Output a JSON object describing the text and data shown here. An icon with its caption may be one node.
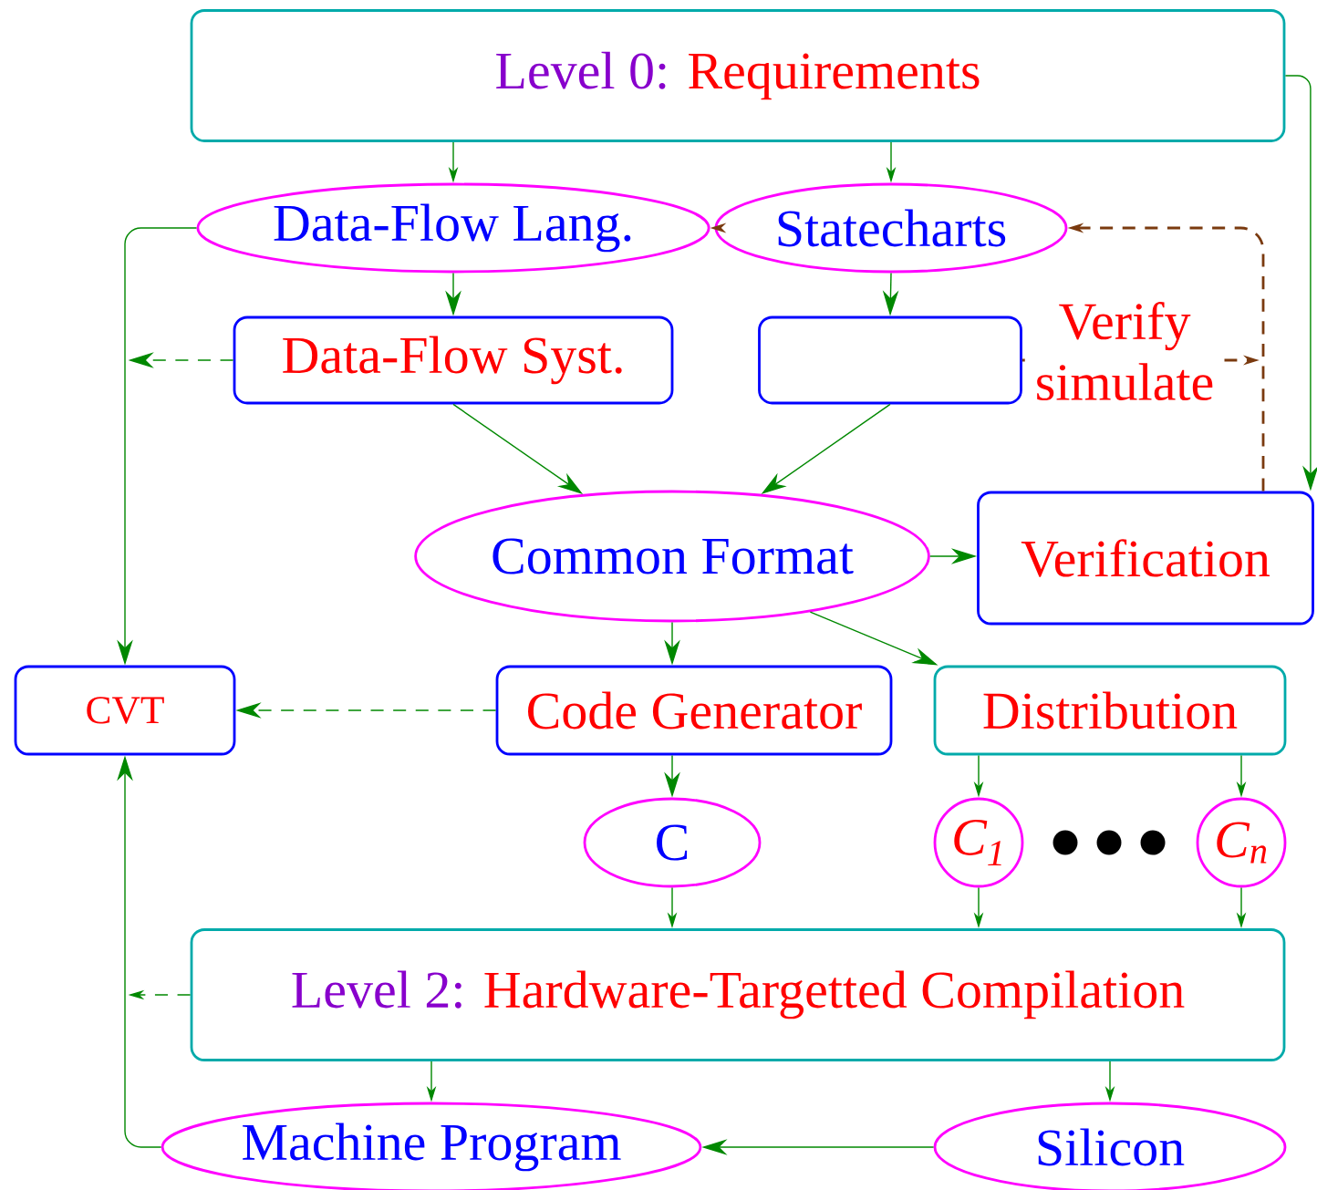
{
  "diagram": {
    "nodes": [
      {
        "text": [
          "Level 0:",
          "Requirements"
        ]
      },
      {
        "text": [
          "Data-Flow Lang."
        ]
      },
      {
        "text": [
          "Statecharts"
        ]
      },
      {
        "text": [
          "Data-Flow Syst."
        ]
      },
      {
        "text": [],
        "shape": "box"
      },
      {
        "text": [
          "Common Format"
        ]
      },
      {
        "text": [
          "Verification"
        ]
      },
      {
        "text": [
          "CVT"
        ]
      },
      {
        "text": [
          "Code Generator"
        ]
      },
      {
        "text": [
          "Distribution"
        ]
      },
      {
        "text": [
          "C"
        ]
      },
      {
        "text": [
          "C$_{1}$"
        ]
      },
      {
        "text": [
          "C$_{n}$"
        ]
      },
      {
        "text": [
          "Level 2:",
          "Hardware-Targetted Compilation"
        ]
      },
      {
        "text": [
          "Machine Program"
        ]
      },
      {
        "text": [
          "Silicon"
        ]
      }
    ],
    "edges": [
      {
        "from": 0,
        "to": 1,
        "arrow": "to"
      },
      {
        "from": 0,
        "to": 2,
        "arrow": "to"
      },
      {
        "from": 0,
        "to": 6,
        "arrow": "to"
      },
      {
        "from": 2,
        "to": 1,
        "arrow": "to",
        "color": "#7a3a0f"
      },
      {
        "from": 6,
        "to": 2,
        "arrow": "to",
        "style": "dashed",
        "color": "#7a3a0f"
      },
      {
        "from": 1,
        "to": 3,
        "arrow": "to"
      },
      {
        "from": 2,
        "to": 4,
        "arrow": "to"
      },
      {
        "from": 1,
        "to": 7,
        "arrow": "to"
      },
      {
        "from": 3,
        "to": null,
        "arrow": "to",
        "style": "dashed"
      },
      {
        "from": 4,
        "to": null,
        "arrow": "to",
        "style": "dashed",
        "color": "#7a3a0f",
        "label": "Verify simulate"
      },
      {
        "from": 3,
        "to": 5,
        "arrow": "to"
      },
      {
        "from": 4,
        "to": 5,
        "arrow": "to"
      },
      {
        "from": 5,
        "to": 6,
        "arrow": "to"
      },
      {
        "from": 5,
        "to": 8,
        "arrow": "to"
      },
      {
        "from": 5,
        "to": 9,
        "arrow": "to"
      },
      {
        "from": 8,
        "to": 7,
        "arrow": "to",
        "style": "dashed"
      },
      {
        "from": 8,
        "to": 10,
        "arrow": "to"
      },
      {
        "from": 9,
        "to": 11,
        "arrow": "to"
      },
      {
        "from": 9,
        "to": 12,
        "arrow": "to"
      },
      {
        "from": 10,
        "to": 13,
        "arrow": "to"
      },
      {
        "from": 11,
        "to": 13,
        "arrow": "to"
      },
      {
        "from": 12,
        "to": 13,
        "arrow": "to"
      },
      {
        "from": 13,
        "to": null,
        "arrow": "to",
        "style": "dashed"
      },
      {
        "from": 13,
        "to": 14,
        "arrow": "to"
      },
      {
        "from": 13,
        "to": 15,
        "arrow": "to"
      },
      {
        "from": 15,
        "to": 14,
        "arrow": "to"
      },
      {
        "from": 14,
        "to": 7,
        "arrow": "to"
      }
    ]
  }
}
